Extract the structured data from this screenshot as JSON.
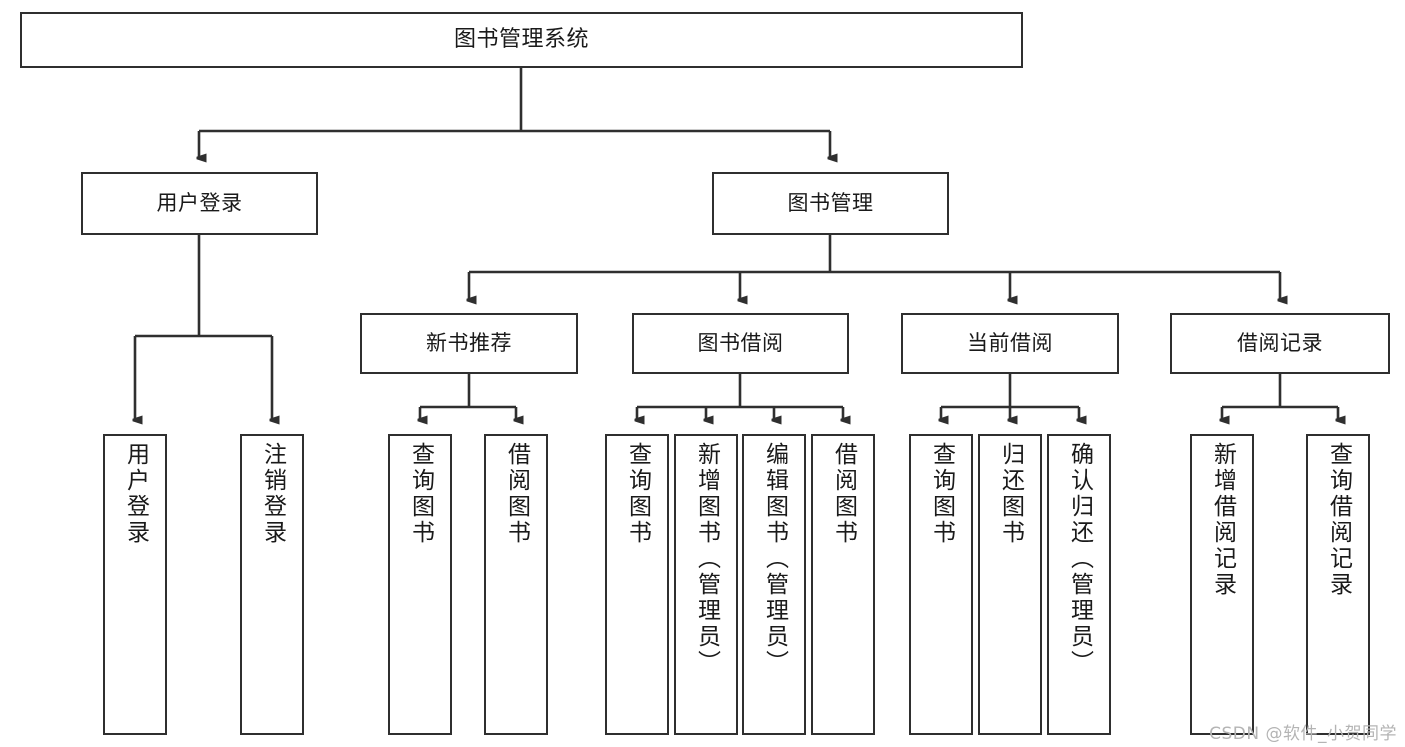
{
  "diagram": {
    "title": "图书管理系统",
    "type": "tree-hierarchy",
    "colors": {
      "stroke": "#2f2f2f",
      "fill": "#ffffff",
      "text": "#1a1a1a",
      "watermark": "#b4b4b4"
    }
  },
  "root": {
    "label": "图书管理系统"
  },
  "level1": [
    {
      "label": "用户登录"
    },
    {
      "label": "图书管理"
    }
  ],
  "level2": [
    {
      "label": "新书推荐"
    },
    {
      "label": "图书借阅"
    },
    {
      "label": "当前借阅"
    },
    {
      "label": "借阅记录"
    }
  ],
  "leaves": {
    "user_login": [
      {
        "label": "用户登录"
      },
      {
        "label": "注销登录"
      }
    ],
    "new_book_recommend": [
      {
        "label": "查询图书"
      },
      {
        "label": "借阅图书"
      }
    ],
    "book_borrow": [
      {
        "label": "查询图书"
      },
      {
        "label": "新增图书（管理员）"
      },
      {
        "label": "编辑图书（管理员）"
      },
      {
        "label": "借阅图书"
      }
    ],
    "current_borrow": [
      {
        "label": "查询图书"
      },
      {
        "label": "归还图书"
      },
      {
        "label": "确认归还（管理员）"
      }
    ],
    "borrow_record": [
      {
        "label": "新增借阅记录"
      },
      {
        "label": "查询借阅记录"
      }
    ]
  },
  "watermark": {
    "text": "CSDN @软件_小贺同学"
  }
}
